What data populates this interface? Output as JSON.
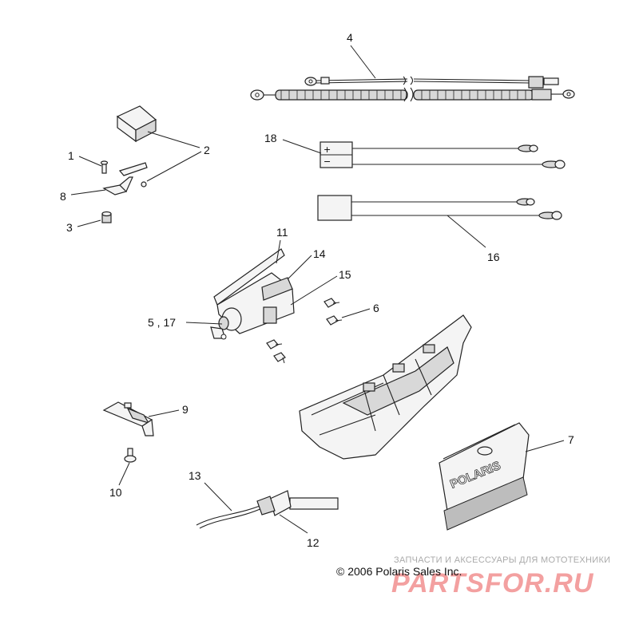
{
  "callouts": {
    "c1": "1",
    "c2": "2",
    "c3": "3",
    "c4": "4",
    "c5_17": "5 , 17",
    "c6": "6",
    "c7": "7",
    "c8": "8",
    "c9": "9",
    "c10": "10",
    "c11": "11",
    "c12": "12",
    "c13": "13",
    "c14": "14",
    "c15": "15",
    "c16": "16",
    "c18": "18"
  },
  "copyright": "© 2006 Polaris Sales Inc.",
  "grille_logo": "POLARIS",
  "watermark": {
    "subtitle": "ЗАПЧАСТИ И АКСЕССУАРЫ ДЛЯ МОТОТЕХНИКИ",
    "brand": "PARTSFOR.RU"
  },
  "colors": {
    "line": "#222222",
    "watermark": "#f3a0a0"
  }
}
